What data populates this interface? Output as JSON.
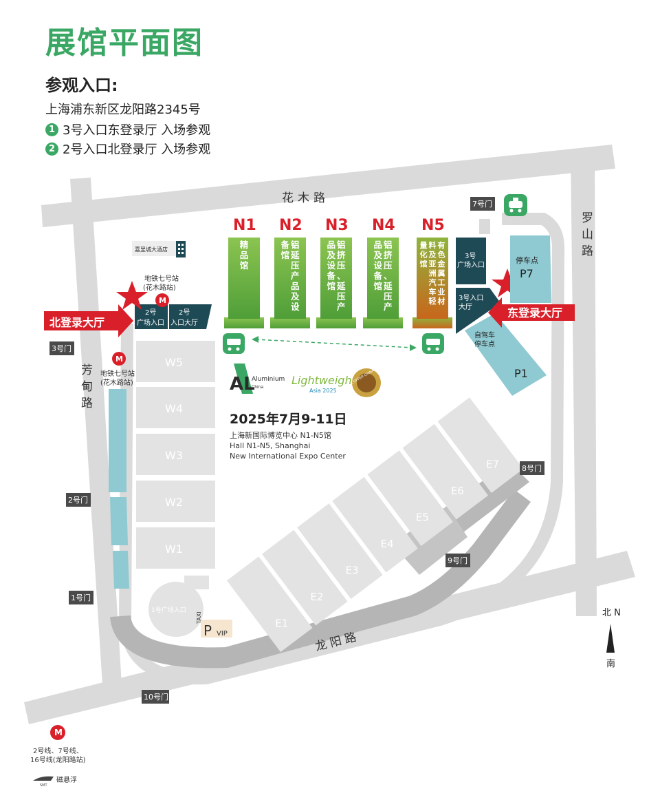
{
  "title": "展馆平面图",
  "entry": {
    "title": "参观入口:",
    "address": "上海浦东新区龙阳路2345号",
    "items": [
      {
        "num": "1",
        "text": "3号入口东登录厅  入场参观"
      },
      {
        "num": "2",
        "text": "2号入口北登录厅  入场参观"
      }
    ]
  },
  "roads": {
    "huamu": "花木路",
    "luoshan": "罗山路",
    "fangdian": "芳甸路",
    "longyang": "龙阳路"
  },
  "gates": {
    "g1": "1号门",
    "g2": "2号门",
    "g3": "3号门",
    "g7": "7号门",
    "g8": "8号门",
    "g9": "9号门",
    "g10": "10号门"
  },
  "halls_north": [
    {
      "id": "N1",
      "desc": "精品馆",
      "color_top": "#7dbb4a",
      "color_bottom": "#57a43a"
    },
    {
      "id": "N2",
      "desc": "铝延压产品及设备馆",
      "color_top": "#7dbb4a",
      "color_bottom": "#57a43a"
    },
    {
      "id": "N3",
      "desc": "铝挤压、延压产品及设备馆",
      "color_top": "#7dbb4a",
      "color_bottom": "#57a43a"
    },
    {
      "id": "N4",
      "desc": "铝挤压、延压产品及设备馆",
      "color_top": "#7dbb4a",
      "color_bottom": "#57a43a"
    },
    {
      "id": "N5",
      "desc": "有色金属工业材料及亚洲汽车轻量化馆",
      "color_top": "#8db040",
      "color_bottom": "#c46a1e"
    }
  ],
  "halls_west": [
    "W5",
    "W4",
    "W3",
    "W2",
    "W1"
  ],
  "halls_east": [
    "E1",
    "E2",
    "E3",
    "E4",
    "E5",
    "E6",
    "E7"
  ],
  "labels": {
    "north_lobby": "北登录大厅",
    "east_lobby": "东登录大厅",
    "hotel": "嘉里城大酒店",
    "metro_l7_a": "地铁七号站",
    "metro_l7_a_sub": "(花木路站)",
    "metro_l7_b": "地铁七号站",
    "metro_l7_b_sub": "(花木路站)",
    "plaza2_a": "2号",
    "plaza2_b": "广场入口",
    "lobby2_a": "2号",
    "lobby2_b": "入口大厅",
    "plaza3_a": "3号",
    "plaza3_b": "广场入口",
    "lobby3_a": "3号入口",
    "lobby3_b": "大厅",
    "parking_label": "停车点",
    "p7": "P7",
    "p1": "P1",
    "selfdrive_a": "自驾车",
    "selfdrive_b": "停车点",
    "plaza1": "1号广场入口",
    "taxi": "TAXI",
    "pvip_p": "P",
    "pvip_vip": "VIP",
    "metro_longyang_a": "2号线、7号线、",
    "metro_longyang_b": "16号线(龙阳路站)",
    "maglev": "磁悬浮",
    "smt": "SMT",
    "north": "北 N",
    "south": "南"
  },
  "event": {
    "date": "2025年7月9-11日",
    "venue_cn": "上海新国际博览中心 N1-N5馆",
    "venue_en1": "Hall N1-N5, Shanghai",
    "venue_en2": "New International Expo Center",
    "logo_al": "AL",
    "logo_al_text": "Aluminium",
    "logo_al_sub": "China",
    "logo_lw": "Lightweight",
    "logo_lw_sub": "Asia 2025",
    "logo_cu": "COPPER CHINA"
  },
  "colors": {
    "brand_green": "#3aa764",
    "road": "#d9d9d9",
    "hall": "#e3e3e3",
    "teal": "#1e4a56",
    "parking": "#8fc9d1",
    "red": "#d9202a",
    "gate": "#4a4a4a"
  }
}
